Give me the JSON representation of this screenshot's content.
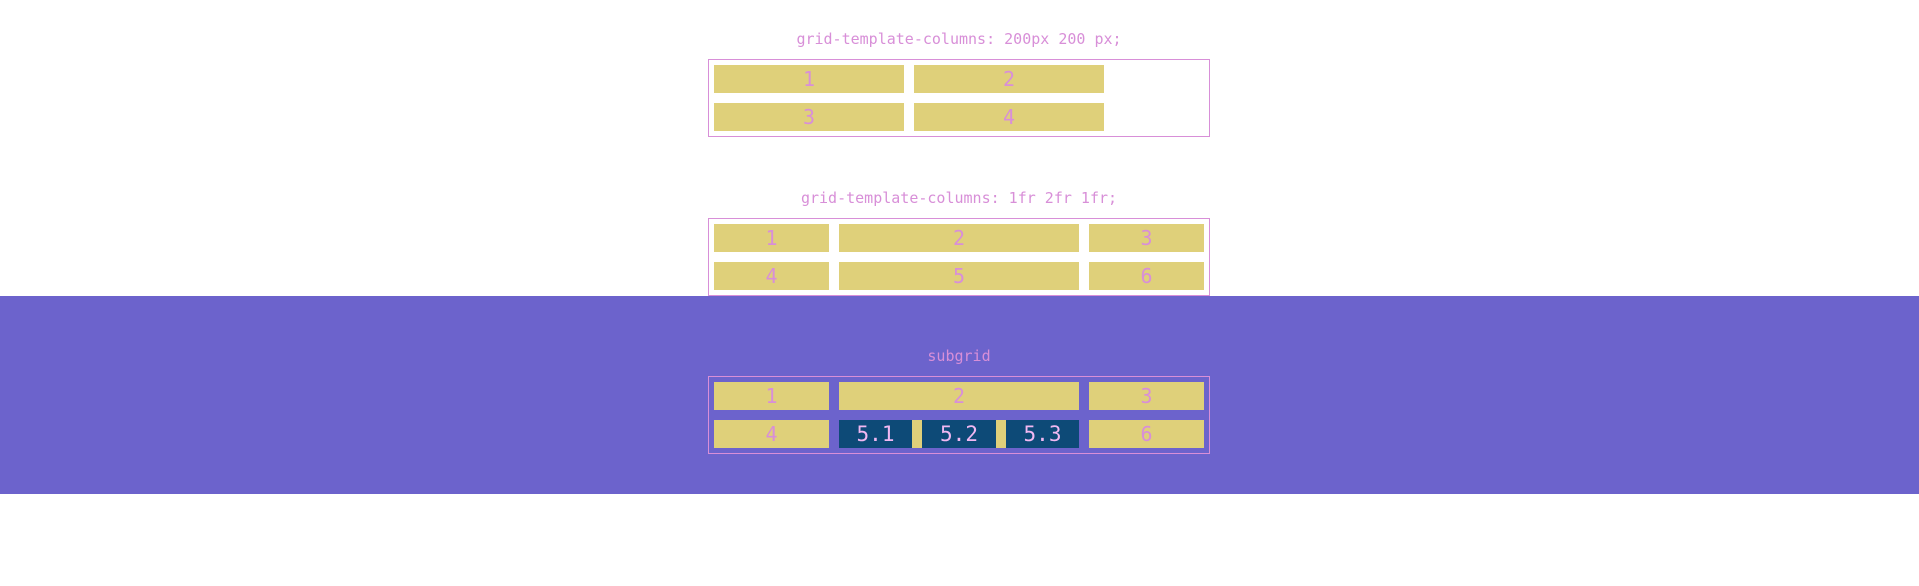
{
  "colors": {
    "background": "#ffffff",
    "band": "#6c63cc",
    "cell": "#dfd07a",
    "text": "#d88fd8",
    "subcell": "#0d4a77",
    "subtext": "#f2b8f2"
  },
  "examples": [
    {
      "caption": "grid-template-columns: 200px 200 px;",
      "cells": [
        "1",
        "2",
        "3",
        "4"
      ]
    },
    {
      "caption": "grid-template-columns: 1fr 2fr 1fr;",
      "cells": [
        "1",
        "2",
        "3",
        "4",
        "5",
        "6"
      ]
    },
    {
      "caption": "subgrid",
      "cells": [
        "1",
        "2",
        "3",
        "4",
        "6"
      ],
      "subcells": [
        "5.1",
        "5.2",
        "5.3"
      ]
    }
  ]
}
